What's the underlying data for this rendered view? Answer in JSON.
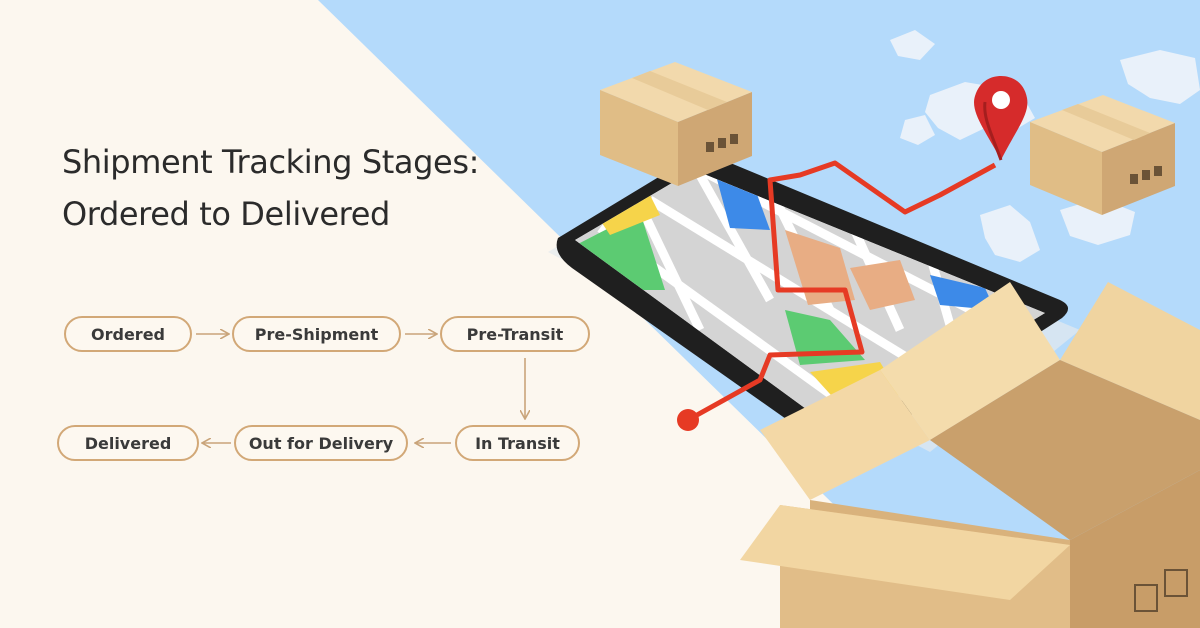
{
  "title": {
    "line1": "Shipment Tracking Stages:",
    "line2": "Ordered to Delivered"
  },
  "flow": {
    "stages": [
      {
        "id": "ordered",
        "label": "Ordered"
      },
      {
        "id": "pre-shipment",
        "label": "Pre-Shipment"
      },
      {
        "id": "pre-transit",
        "label": "Pre-Transit"
      },
      {
        "id": "in-transit",
        "label": "In Transit"
      },
      {
        "id": "out-for-delivery",
        "label": "Out for Delivery"
      },
      {
        "id": "delivered",
        "label": "Delivered"
      }
    ],
    "order": [
      "ordered",
      "pre-shipment",
      "pre-transit",
      "in-transit",
      "out-for-delivery",
      "delivered"
    ]
  },
  "colors": {
    "cream_bg": "#fcf7ef",
    "sky_blue": "#b4dafb",
    "node_border": "#d2a877",
    "arrow": "#c9a47a",
    "route_red": "#e63a24",
    "text": "#2b2b2b"
  },
  "illustration": {
    "icons": [
      "smartphone-map-icon",
      "map-pin-icon",
      "cardboard-box-icon",
      "open-box-icon",
      "world-map-icon"
    ]
  }
}
